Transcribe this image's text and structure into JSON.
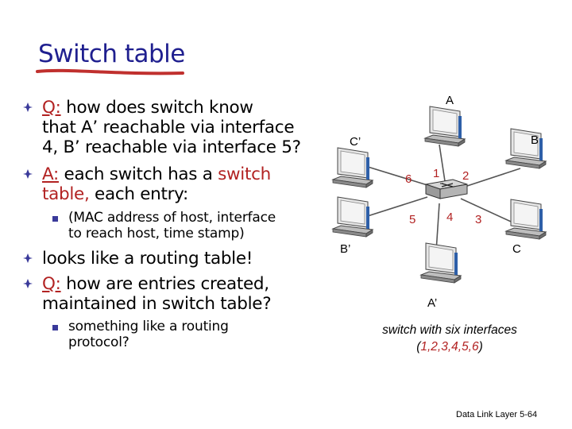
{
  "title": "Switch table",
  "bullets": {
    "b1_q": "Q:",
    "b1_l1": " how does switch know",
    "b1_l2": "that A’ reachable via interface",
    "b1_l3": "4, B’ reachable via interface 5?",
    "b2_a": "A:",
    "b2_l1a": "  each switch has a ",
    "b2_l1b": "switch",
    "b2_l2a": "table,",
    "b2_l2b": " each entry:",
    "sub1_l1": "(MAC address of host, interface",
    "sub1_l2": "to reach host, time stamp)",
    "b3": "looks like a routing table!",
    "b4_q": "Q:",
    "b4_l1": " how are entries created,",
    "b4_l2": "maintained in switch table?",
    "sub2_l1": "something like a routing",
    "sub2_l2": "protocol?"
  },
  "diagram": {
    "hosts": [
      "A",
      "B",
      "C",
      "A’",
      "B’",
      "C’"
    ],
    "interfaces": [
      "1",
      "2",
      "3",
      "4",
      "5",
      "6"
    ],
    "caption_line1": "switch with six interfaces",
    "caption_line2_open": "(",
    "caption_line2_nums": "1,2,3,4,5,6",
    "caption_line2_close": ")"
  },
  "footer": "Data Link Layer  5-64",
  "colors": {
    "title": "#1f1f8f",
    "accent_red": "#b22222",
    "bullet_mark": "#3a3a9a"
  }
}
